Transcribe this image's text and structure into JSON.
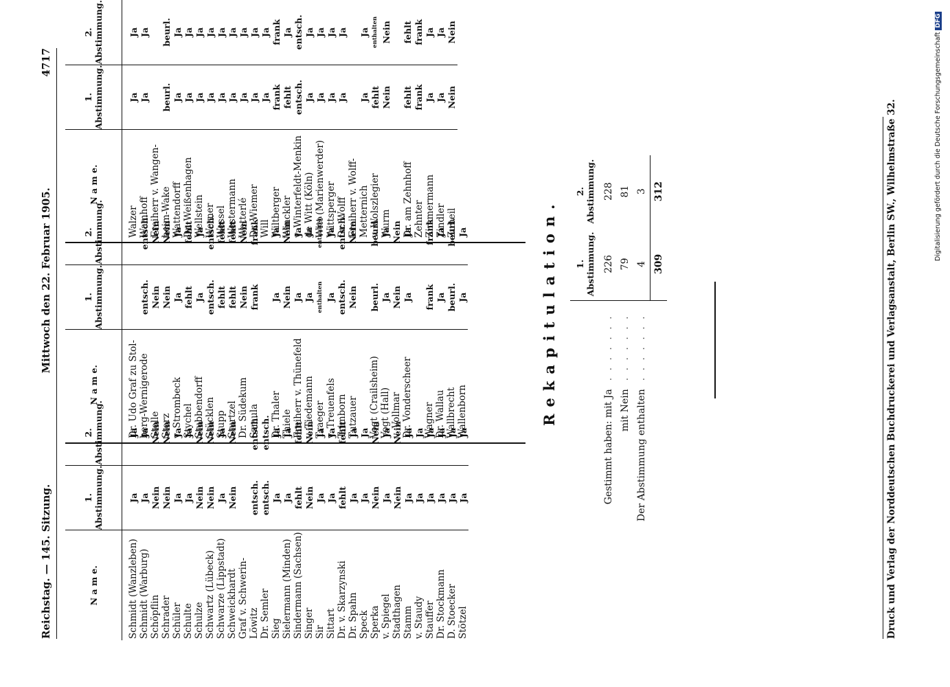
{
  "header": {
    "left": "Reichstag. — 145. Sitzung.",
    "center": "Mittwoch den 22. Februar 1905.",
    "page_number": "4717"
  },
  "table_headers": {
    "name": "N a m e.",
    "vote1_top": "1.",
    "vote2_top": "2.",
    "vote_bottom": "Abstimmung."
  },
  "columns": [
    {
      "rows": [
        {
          "name": "Schmidt (Wanzleben)",
          "v1": "Ja",
          "v2": "Ja"
        },
        {
          "name": "Schmidt (Warburg)",
          "v1": "Ja",
          "v2": "Ja"
        },
        {
          "name": "Schöpflin",
          "v1": "Nein",
          "v2": "Nein"
        },
        {
          "name": "Schrader",
          "v1": "Nein",
          "v2": "Nein"
        },
        {
          "name": "Schüler",
          "v1": "Ja",
          "v2": "Ja"
        },
        {
          "name": "Schulte",
          "v1": "Ja",
          "v2": "Ja"
        },
        {
          "name": "Schulze",
          "v1": "Nein",
          "v2": "Nein"
        },
        {
          "name": "Schwartz (Lübeck)",
          "v1": "Nein",
          "v2": "Nein"
        },
        {
          "name": "Schwarze (Lippstadt)",
          "v1": "Ja",
          "v2": "Ja"
        },
        {
          "name": "Schweickhardt",
          "v1": "Nein",
          "v2": "Nein"
        },
        {
          "name": "Graf v. Schwerin-",
          "v1": "",
          "v2": ""
        },
        {
          "name": "Löwitz",
          "v1": "entsch.",
          "v2": "entsch."
        },
        {
          "name": "Dr. Semler",
          "v1": "entsch.",
          "v2": "entsch."
        },
        {
          "name": "Sieg",
          "v1": "Ja",
          "v2": "Ja"
        },
        {
          "name": "Sielermann (Minden)",
          "v1": "Ja",
          "v2": "Ja"
        },
        {
          "name": "Sindermann (Sachsen)",
          "v1": "fehlt",
          "v2": "fehlt"
        },
        {
          "name": "Singer",
          "v1": "Nein",
          "v2": "Nein"
        },
        {
          "name": "Sir",
          "v1": "Ja",
          "v2": "Ja"
        },
        {
          "name": "Sittart",
          "v1": "Ja",
          "v2": "Ja"
        },
        {
          "name": "Dr. v. Skarzynski",
          "v1": "fehlt",
          "v2": "fehlt"
        },
        {
          "name": "Dr. Spahn",
          "v1": "Ja",
          "v2": "Ja"
        },
        {
          "name": "Speck",
          "v1": "Ja",
          "v2": "Ja"
        },
        {
          "name": "Sperka",
          "v1": "Nein",
          "v2": "Nein"
        },
        {
          "name": "v. Spiegel",
          "v1": "Ja",
          "v2": "Ja"
        },
        {
          "name": "Stadthagen",
          "v1": "Nein",
          "v2": "Nein"
        },
        {
          "name": "Stamm",
          "v1": "Ja",
          "v2": "Ja"
        },
        {
          "name": "v. Staudy",
          "v1": "Ja",
          "v2": "Ja"
        },
        {
          "name": "Stauffer",
          "v1": "Ja",
          "v2": "Ja"
        },
        {
          "name": "Dr. Stockmann",
          "v1": "Ja",
          "v2": "Ja"
        },
        {
          "name": "D. Stoecker",
          "v1": "Ja",
          "v2": "Ja"
        },
        {
          "name": "Stötzel",
          "v1": "Ja",
          "v2": "Ja"
        }
      ]
    },
    {
      "rows": [
        {
          "name": "Dr. Udo Graf zu Stol-",
          "v1": "",
          "v2": ""
        },
        {
          "name": "berg-Wernigerode",
          "v1": "entsch.",
          "v2": "entsch."
        },
        {
          "name": "Stolle",
          "v1": "Nein",
          "v2": "Nein"
        },
        {
          "name": "Storz",
          "v1": "Nein",
          "v2": "Nein"
        },
        {
          "name": "v. Strombeck",
          "v1": "Ja",
          "v2": "Ja"
        },
        {
          "name": "Stychel",
          "v1": "fehlt",
          "v2": "fehlt"
        },
        {
          "name": "Stubbendorff",
          "v1": "Ja",
          "v2": "Ja"
        },
        {
          "name": "Stücklen",
          "v1": "entsch.",
          "v2": "entsch."
        },
        {
          "name": "Stupp",
          "v1": "fehlt",
          "v2": "fehlt"
        },
        {
          "name": "Sturtzel",
          "v1": "fehlt",
          "v2": "fehlt"
        },
        {
          "name": "Dr. Südekum",
          "v1": "Nein",
          "v2": "Nein"
        },
        {
          "name": "Szmula",
          "v1": "frank",
          "v2": "frank"
        },
        {
          "name": "",
          "v1": "",
          "v2": ""
        },
        {
          "name": "Dr. Thaler",
          "v1": "Ja",
          "v2": "Ja"
        },
        {
          "name": "Thiele",
          "v1": "Nein",
          "v2": "Nein"
        },
        {
          "name": "Freiherr v. Thünefeld",
          "v1": "Ja",
          "v2": "Ja"
        },
        {
          "name": "v. Tiedemann",
          "v1": "Ja",
          "v2": "Ja"
        },
        {
          "name": "Traeger",
          "v1": "enthalten",
          "v2": "enthalten"
        },
        {
          "name": "v. Treuenfels",
          "v1": "Ja",
          "v2": "Ja"
        },
        {
          "name": "Trimborn",
          "v1": "entsch.",
          "v2": "entsch."
        },
        {
          "name": "Tutzauer",
          "v1": "Nein",
          "v2": "Nein"
        },
        {
          "name": "",
          "v1": "",
          "v2": ""
        },
        {
          "name": "Vogt (Crailsheim)",
          "v1": "beurl.",
          "v2": "beurl."
        },
        {
          "name": "Vogt (Hall)",
          "v1": "Ja",
          "v2": "Ja"
        },
        {
          "name": "v. Vollmar",
          "v1": "Nein",
          "v2": "Nein"
        },
        {
          "name": "Dr. Vonderscheer",
          "v1": "Ja",
          "v2": "Ja"
        },
        {
          "name": "",
          "v1": "",
          "v2": ""
        },
        {
          "name": "Wagner",
          "v1": "frank",
          "v2": "frank"
        },
        {
          "name": "Dr. Wallau",
          "v1": "Ja",
          "v2": "Ja"
        },
        {
          "name": "Wallbrecht",
          "v1": "beurl.",
          "v2": "beurl."
        },
        {
          "name": "Wallenborn",
          "v1": "Ja",
          "v2": "Ja"
        }
      ]
    },
    {
      "rows": [
        {
          "name": "Walzer",
          "v1": "Ja",
          "v2": "Ja"
        },
        {
          "name": "Wamhoff",
          "v1": "Ja",
          "v2": "Ja"
        },
        {
          "name": "Freiherr v. Wangen-",
          "v1": "",
          "v2": ""
        },
        {
          "name": "heim-Wake",
          "v1": "beurl.",
          "v2": "beurl."
        },
        {
          "name": "Wattendorff",
          "v1": "Ja",
          "v2": "Ja"
        },
        {
          "name": "Dr. Weißenhagen",
          "v1": "Ja",
          "v2": "Ja"
        },
        {
          "name": "Wellstein",
          "v1": "Ja",
          "v2": "Ja"
        },
        {
          "name": "Werner",
          "v1": "Ja",
          "v2": "Ja"
        },
        {
          "name": "Wessel",
          "v1": "Ja",
          "v2": "Ja"
        },
        {
          "name": "Westermann",
          "v1": "Ja",
          "v2": "Ja"
        },
        {
          "name": "Wetterlé",
          "v1": "Ja",
          "v2": "Ja"
        },
        {
          "name": "Dr. Wiemer",
          "v1": "Ja",
          "v2": "Ja"
        },
        {
          "name": "Will",
          "v1": "Ja",
          "v2": "Ja"
        },
        {
          "name": "Wiltberger",
          "v1": "frank",
          "v2": "frank"
        },
        {
          "name": "Winckler",
          "v1": "fehlt",
          "v2": "Ja"
        },
        {
          "name": "v. Winterfeldt-Menkin",
          "v1": "entsch.",
          "v2": "entsch."
        },
        {
          "name": "de Witt (Köln)",
          "v1": "Ja",
          "v2": "Ja"
        },
        {
          "name": "Witt (Marienwerder)",
          "v1": "Ja",
          "v2": "Ja"
        },
        {
          "name": "Wittsperger",
          "v1": "Ja",
          "v2": "Ja"
        },
        {
          "name": "Dr. Wolff",
          "v1": "Ja",
          "v2": "Ja"
        },
        {
          "name": "Freiherr v. Wolff-",
          "v1": "",
          "v2": ""
        },
        {
          "name": "Metternich",
          "v1": "Ja",
          "v2": "Ja"
        },
        {
          "name": "v. Wolszlegier",
          "v1": "fehlt",
          "v2": "enthalten"
        },
        {
          "name": "Wurm",
          "v1": "Nein",
          "v2": "Nein"
        },
        {
          "name": "",
          "v1": "",
          "v2": ""
        },
        {
          "name": "Dr. am Zehnhoff",
          "v1": "fehlt",
          "v2": "fehlt"
        },
        {
          "name": "Zehnter",
          "v1": "frank",
          "v2": "frank"
        },
        {
          "name": "Zimmermann",
          "v1": "Ja",
          "v2": "Ja"
        },
        {
          "name": "Zindler",
          "v1": "Ja",
          "v2": "Ja"
        },
        {
          "name": "Zubeil",
          "v1": "Nein",
          "v2": "Nein"
        }
      ]
    }
  ],
  "recap": {
    "title": "Rekapitulation.",
    "head1_top": "1.",
    "head2_top": "2.",
    "head_bottom": "Abstimmung.",
    "rows": [
      {
        "label": "Gestimmt haben: mit Ja",
        "v1": "226",
        "v2": "228"
      },
      {
        "label": "mit Nein",
        "v1": "79",
        "v2": "81"
      },
      {
        "label": "Der Abstimmung enthalten",
        "v1": "4",
        "v2": "3"
      }
    ],
    "totals": {
      "v1": "309",
      "v2": "312"
    }
  },
  "footer": "Druck und Verlag der Norddeutschen Buchdruckerei und Verlagsanstalt, Berlin SW., Wilhelmstraße 32.",
  "digitization": {
    "text": "Digitalisierung gefördert durch die Deutsche Forschungsgemeinschaft",
    "logo": "DFG"
  }
}
